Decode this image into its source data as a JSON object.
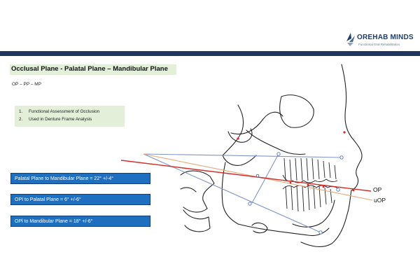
{
  "logo": {
    "name": "OREHAB MINDS",
    "tagline": "Functional Oral Rehabilitation"
  },
  "slide": {
    "title": "Occlusal Plane -  Palatal Plane – Mandibular Plane",
    "subtitle": "OP – PP – MP",
    "list": [
      {
        "num": "1.",
        "text": "Functional Assessment of Occlusion"
      },
      {
        "num": "2.",
        "text": "Used in Denture Frame Analysis"
      }
    ],
    "info_boxes": [
      {
        "text": "Palatal Plane to Mandibular Plane = 22° +/-4°"
      },
      {
        "text": "OPI to Palatal Plane = 6° +/-6°"
      },
      {
        "text": "OPl to Mandibular Plane = 18° +/-6°"
      }
    ]
  },
  "diagram": {
    "labels": {
      "op": "OP",
      "uop": "uOP"
    },
    "colors": {
      "op_line": "#d42a2a",
      "uop_line": "#e8a97a",
      "plane_lines": "#7f97c6",
      "sketch": "#222222",
      "header_bar": "#1f3661",
      "info_box": "#1f6fc1",
      "highlight": "#e3efd9"
    }
  }
}
